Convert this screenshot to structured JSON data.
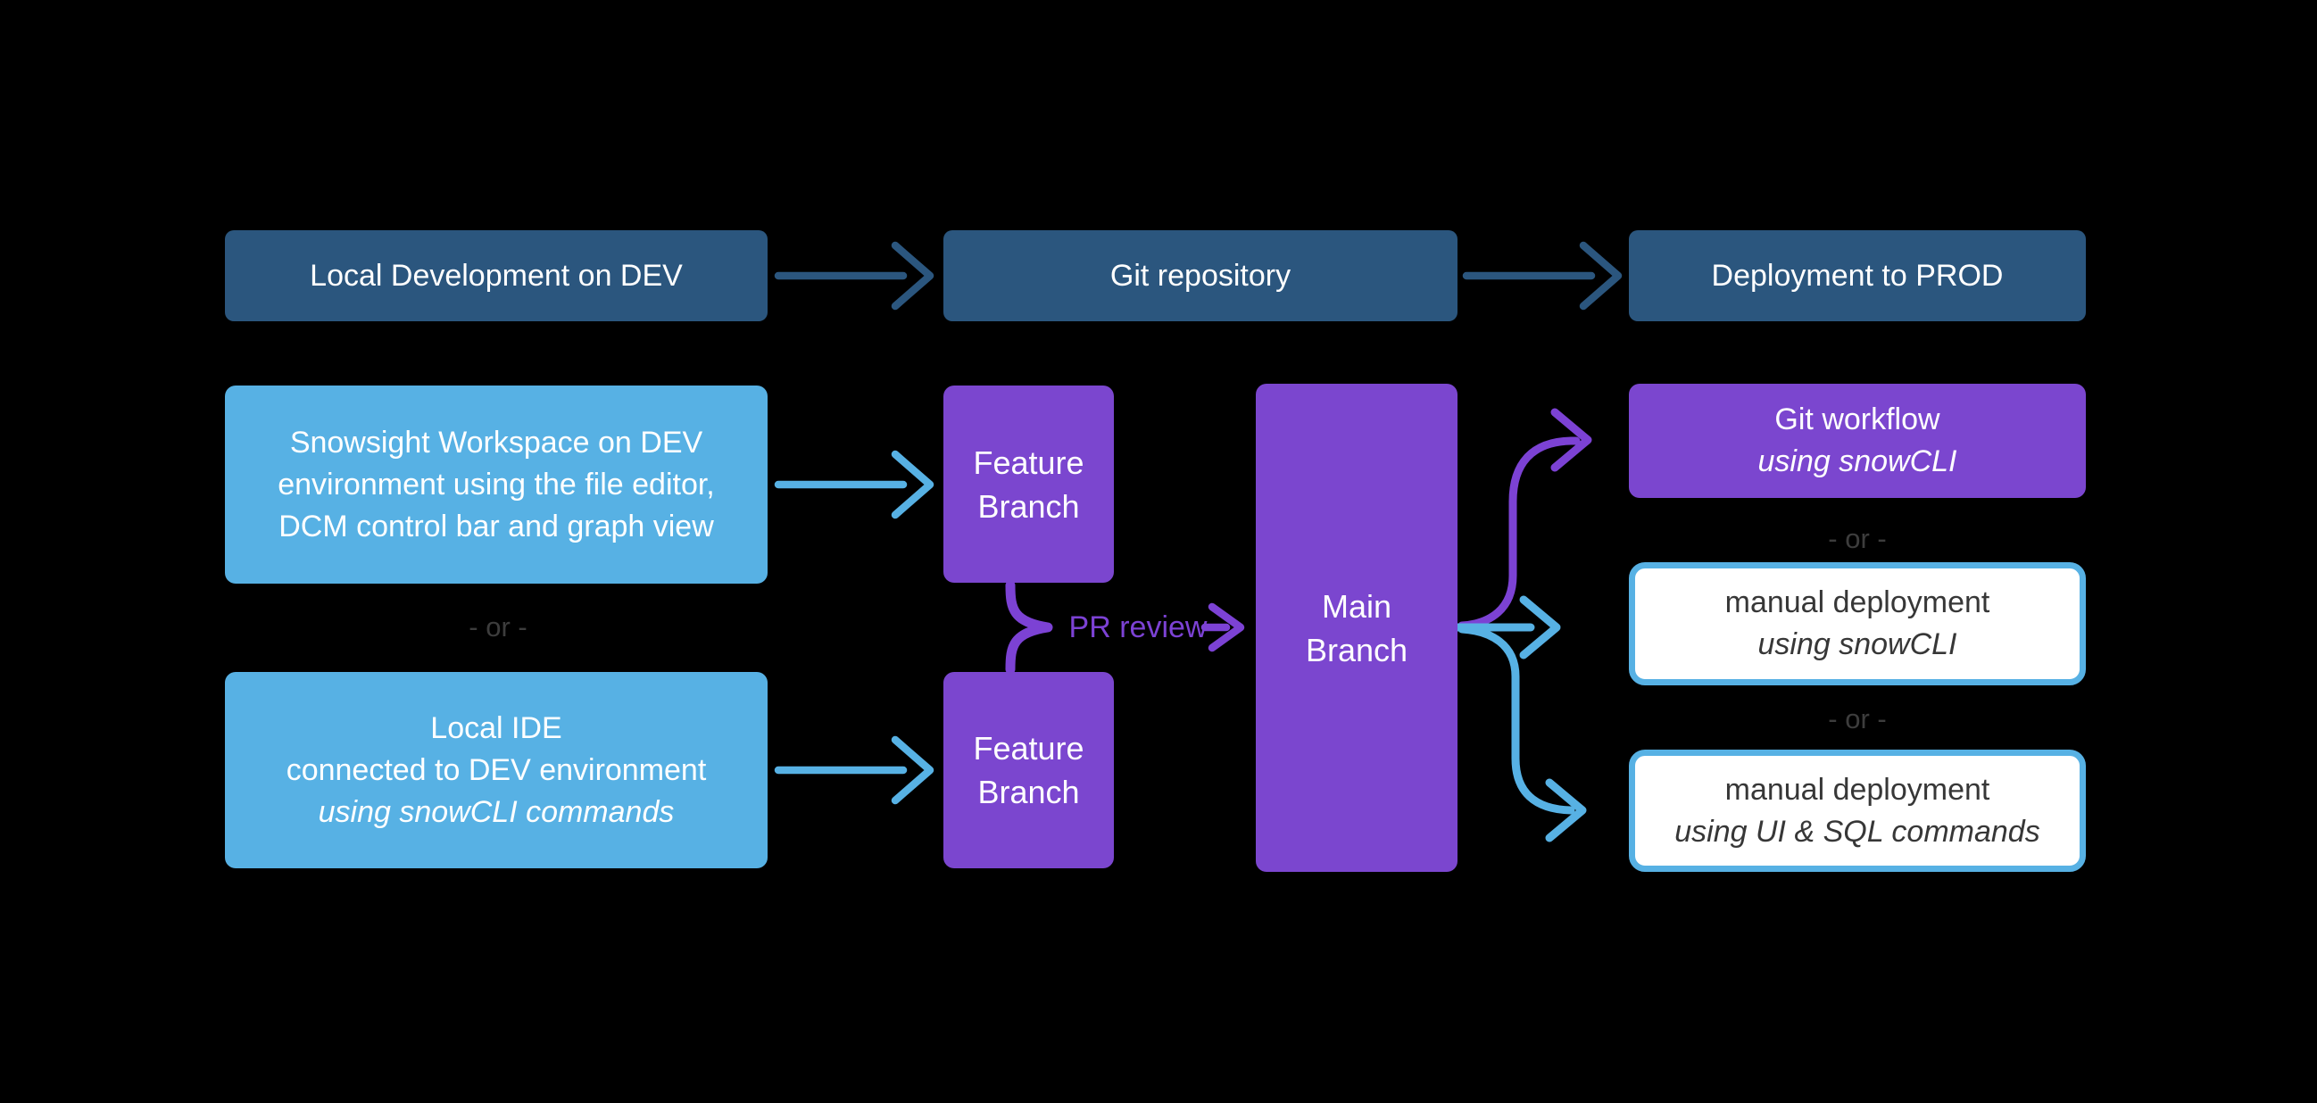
{
  "background_color": "#000000",
  "colors": {
    "dark_blue": "#2b567e",
    "light_blue": "#57b1e4",
    "purple": "#7b46cf",
    "purple_accent": "#7c42d4",
    "or_gray": "#3d3d3d",
    "white_box_text": "#373737",
    "box_text": "#ffffff"
  },
  "top_row": {
    "local_dev": "Local Development on DEV",
    "git_repository": "Git repository",
    "deployment_prod": "Deployment to PROD"
  },
  "dev_options": {
    "snowsight": {
      "lines": [
        "Snowsight Workspace on DEV",
        "environment using the file editor,",
        "DCM control bar and graph view"
      ]
    },
    "or_label": "- or -",
    "local_ide": {
      "lines": [
        "Local IDE",
        "connected to DEV environment"
      ],
      "italic_line": "using snowCLI commands"
    }
  },
  "branches": {
    "feature_top": {
      "lines": [
        "Feature",
        "Branch"
      ]
    },
    "feature_bottom": {
      "lines": [
        "Feature",
        "Branch"
      ]
    },
    "pr_review_label": "PR review",
    "main": {
      "lines": [
        "Main",
        "Branch"
      ]
    }
  },
  "deployment_options": {
    "git_workflow": {
      "title": "Git workflow",
      "subtitle": "using snowCLI"
    },
    "or_label_1": "- or -",
    "manual_snowcli": {
      "title": "manual deployment",
      "subtitle": "using snowCLI"
    },
    "or_label_2": "- or -",
    "manual_ui_sql": {
      "title": "manual deployment",
      "subtitle": "using UI & SQL commands"
    }
  },
  "icons": {
    "flow_arrow": "→",
    "merge_brace": "}"
  }
}
